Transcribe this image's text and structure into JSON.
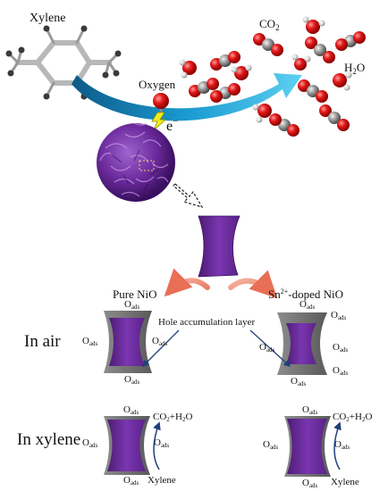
{
  "top": {
    "reactant": "Xylene",
    "oxidant": "Oxygen",
    "electron": "e",
    "electron_sign": "−",
    "product_co2": "CO",
    "product_co2_sub": "2",
    "product_h2o_a": "H",
    "product_h2o_sub": "2",
    "product_h2o_b": "O"
  },
  "labels": {
    "pure": "Pure NiO",
    "doped_pre": "Sn",
    "doped_sup": "2+",
    "doped_post": "-doped NiO",
    "hole_layer": "Hole accumulation layer",
    "in_air": "In air",
    "in_xylene": "In xylene",
    "oads": "O",
    "oads_sub": "ads",
    "co2h2o_a": "CO",
    "co2h2o_sub": "2",
    "co2h2o_b": "+H",
    "co2h2o_sub2": "2",
    "co2h2o_c": "O",
    "xylene": "Xylene"
  },
  "colors": {
    "purple": "#6b2a9c",
    "purple_dark": "#4e1c75",
    "shell": "#7a7a7a",
    "shell_dark": "#4a4a4a",
    "arrow_blue": "#1a8fc0",
    "arrow_navy": "#1f3f7a",
    "oxygen_red": "#e01818",
    "carbon_gray": "#8a8a8a",
    "hydrogen": "#d8d8d8",
    "salmon": "#f0907a"
  }
}
